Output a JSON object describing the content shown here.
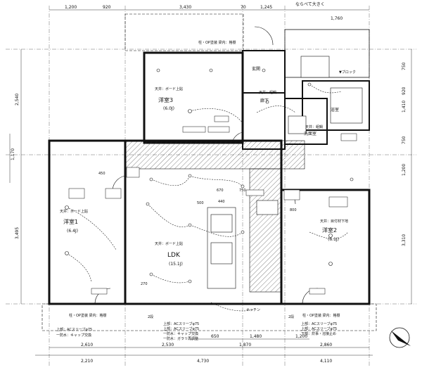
{
  "header_note": "ならぺて大きく",
  "top_dims": [
    "1,200",
    "920",
    "3,430",
    "70",
    "1,245",
    "1,760"
  ],
  "bottom_dims_row1": [
    "650",
    "1,480",
    "1,200"
  ],
  "bottom_dims_row2": [
    "2,610",
    "2,530",
    "1,870",
    "2,860"
  ],
  "bottom_dims_row3": [
    "2,210",
    "4,730",
    "4,110"
  ],
  "right_dims": [
    "750",
    "920",
    "1,410",
    "750",
    "1,200",
    "3,310"
  ],
  "left_dims": [
    "2,540",
    "1,170",
    "3,495"
  ],
  "rooms": [
    {
      "name": "洋室3",
      "area": "(6.0J)",
      "ceiling": "天井：ボード上貼"
    },
    {
      "name": "洋室1",
      "area": "(6.4J)",
      "ceiling": "天井：ボード上貼"
    },
    {
      "name": "洋室2",
      "area": "(6.1J)",
      "ceiling": "天井：目付材下地"
    },
    {
      "name": "LDK",
      "area": "(15.1J)",
      "ceiling": "天井：ボード上貼"
    },
    {
      "name": "玄関",
      "area": "",
      "ceiling": ""
    },
    {
      "name": "廊下",
      "area": "",
      "ceiling": "天井：組鍋"
    },
    {
      "name": "洗面室",
      "area": "",
      "ceiling": "天井：組鍋"
    },
    {
      "name": "浴室",
      "area": "",
      "ceiling": ""
    }
  ],
  "notes": {
    "top_balcony": "柱・OP塗装 梁内：格樹",
    "bottom_left": "柱・OP塗装 梁内：格樹",
    "bottom_right": "柱・OP塗装 梁内：格樹",
    "sleeve_left": "上部：ACスリーブφ75",
    "sleeve_left2": "一防水：キャップ交換",
    "sleeve_mid": "上部：ACスリーブφ75",
    "sleeve_mid2": "上部：ACスリーブφ75",
    "sleeve_mid3": "一防水：キャップ交換",
    "sleeve_mid4": "一防水：ガラリ再調整",
    "sleeve_right": "上部：ACスリーブφ75",
    "sleeve_right2": "上部：ACスリーブφ75",
    "sleeve_right3": "下部：炊事・溶接止め",
    "block": "▼ブロック",
    "kitchen": "キッチン",
    "dim_800": "800",
    "dim_670": "670",
    "dim_750": "750",
    "dim_500": "500",
    "dim_440": "440",
    "dim_450": "450",
    "dim_270": "270",
    "dim_2g": "2段",
    "dim_2f": "2段"
  },
  "colors": {
    "ink": "#111111",
    "paper": "#ffffff"
  }
}
